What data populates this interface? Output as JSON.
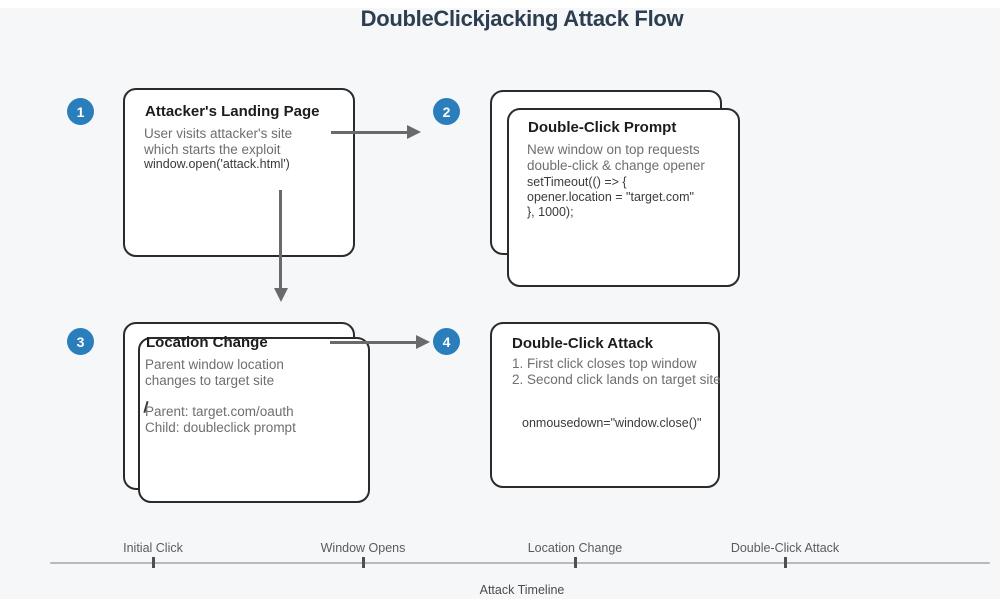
{
  "title": "DoubleClickjacking Attack Flow",
  "steps": [
    {
      "number": "1",
      "title": "Attacker's Landing Page",
      "body_line1": "User visits attacker's site",
      "body_line2": "which starts the exploit",
      "code_line1": "window.open('attack.html')"
    },
    {
      "number": "2",
      "title": "Double-Click Prompt",
      "body_line1": "New window on top requests",
      "body_line2": "double-click & change opener",
      "code_line1": "setTimeout(() => {",
      "code_line2": "opener.location = \"target.com\"",
      "code_line3": "}, 1000);"
    },
    {
      "number": "3",
      "title": "Location Change",
      "body_line1": "Parent window location",
      "body_line2": "changes to target site",
      "detail_line1": "Parent: target.com/oauth",
      "detail_line2": "Child: doubleclick prompt"
    },
    {
      "number": "4",
      "title": "Double-Click Attack",
      "body_line1": "1. First click closes top window",
      "body_line2": "2. Second click lands on target site",
      "code_line1": "onmousedown=\"window.close()\""
    }
  ],
  "timeline": {
    "caption": "Attack Timeline",
    "milestones": [
      {
        "label": "Initial Click"
      },
      {
        "label": "Window Opens"
      },
      {
        "label": "Location Change"
      },
      {
        "label": "Double-Click Attack"
      }
    ]
  },
  "colors": {
    "accent_blue": "#2b7ebc",
    "box_border": "#2b2b2b",
    "title_text": "#2d3e50",
    "body_text": "#6e6e6e",
    "code_text": "#3a3a3a",
    "arrow": "#6a6a6a",
    "timeline_line": "#b7bac0",
    "timeline_tick": "#4f4f4f",
    "canvas_bg": "#f6f7f9"
  }
}
